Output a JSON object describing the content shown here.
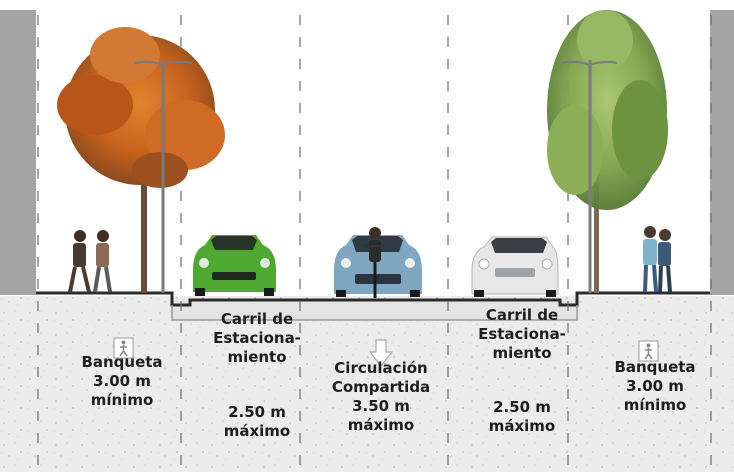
{
  "sections": [
    {
      "id": "sidewalk-left",
      "title_lines": [
        "Banqueta"
      ],
      "value_lines": [
        "3.00 m",
        "mínimo"
      ]
    },
    {
      "id": "parking-left",
      "title_lines": [
        "Carril de",
        "Estaciona-",
        "miento"
      ],
      "value_lines": [
        "2.50 m",
        "máximo"
      ]
    },
    {
      "id": "shared-lane",
      "title_lines": [
        "Circulación",
        "Compartida"
      ],
      "value_lines": [
        "3.50 m",
        "máximo"
      ]
    },
    {
      "id": "parking-right",
      "title_lines": [
        "Carril de",
        "Estaciona-",
        "miento"
      ],
      "value_lines": [
        "2.50 m",
        "máximo"
      ]
    },
    {
      "id": "sidewalk-right",
      "title_lines": [
        "Banqueta"
      ],
      "value_lines": [
        "3.00 m",
        "mínimo"
      ]
    }
  ],
  "icons": {
    "pedestrian": "pedestrian-sign-icon",
    "direction": "arrow-down-icon"
  },
  "colors": {
    "sky": "#ffffff",
    "ground": "#ececec",
    "curb_line": "#2b2b2b",
    "car_green": "#4fa82f",
    "car_blue": "#7fa8c0",
    "car_white": "#e8e8e8",
    "tree_orange": "#c8621d",
    "tree_green": "#7fa24a",
    "building": "#a4a4a4"
  }
}
